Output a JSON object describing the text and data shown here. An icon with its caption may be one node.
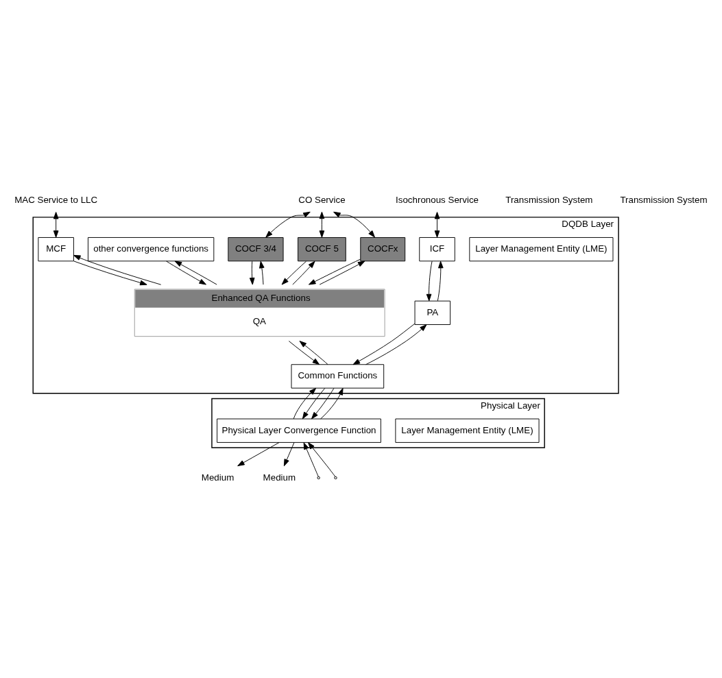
{
  "diagram": {
    "nodes": [
      {
        "text": [
          "DQDB Layer"
        ]
      },
      {
        "text": [
          "Layer Management Entity (LME)"
        ],
        "in": 0
      },
      {
        "text": [
          "MCF"
        ],
        "in": 0
      },
      {
        "text": [
          "COCF 3/4"
        ],
        "in": 0
      },
      {
        "text": [
          "COCF 5"
        ],
        "in": 0
      },
      {
        "text": [
          "COCFx"
        ],
        "in": 0
      },
      {
        "text": [
          "other convergence functions"
        ],
        "in": 0
      },
      {
        "text": [
          "ICF"
        ],
        "in": 0
      },
      {
        "text": [
          "Enhanced QA Functions",
          "QA"
        ],
        "in": 0
      },
      {
        "text": [
          "PA"
        ],
        "in": 0
      },
      {
        "text": [
          "Common Functions"
        ],
        "in": 0
      },
      {
        "text": [
          "Physical Layer"
        ]
      },
      {
        "text": [
          "Layer Management Entity (LME)"
        ],
        "in": 11
      },
      {
        "text": [
          "Physical Layer Convergence Function"
        ],
        "in": 11
      },
      {
        "text": [
          "MAC Service to LLC"
        ]
      },
      {
        "text": [
          "CO Service"
        ]
      },
      {
        "text": [
          "Isochronous Service"
        ]
      },
      {
        "text": [
          "Medium"
        ]
      },
      {
        "text": [
          "Medium"
        ]
      }
    ],
    "edges": [
      {
        "from": 14,
        "to": 2,
        "arrow": "both"
      },
      {
        "from": 15,
        "to": 3,
        "arrow": "both"
      },
      {
        "from": 15,
        "to": 4,
        "arrow": "both"
      },
      {
        "from": 15,
        "to": 5,
        "arrow": "both"
      },
      {
        "from": 16,
        "to": 7,
        "arrow": "both"
      },
      {
        "from": 2,
        "to": 8,
        "arrow": "to"
      },
      {
        "from": 8,
        "to": 2,
        "arrow": "to"
      },
      {
        "from": 3,
        "to": 8,
        "arrow": "to"
      },
      {
        "from": 8,
        "to": 3,
        "arrow": "to"
      },
      {
        "from": 4,
        "to": 8,
        "arrow": "to"
      },
      {
        "from": 8,
        "to": 4,
        "arrow": "to"
      },
      {
        "from": 5,
        "to": 8,
        "arrow": "to"
      },
      {
        "from": 8,
        "to": 5,
        "arrow": "to"
      },
      {
        "from": 6,
        "to": 8,
        "arrow": "to"
      },
      {
        "from": 8,
        "to": 6,
        "arrow": "to"
      },
      {
        "from": 7,
        "to": 9,
        "arrow": "to"
      },
      {
        "from": 9,
        "to": 7,
        "arrow": "to"
      },
      {
        "from": 8,
        "to": 10,
        "arrow": "to"
      },
      {
        "from": 10,
        "to": 8,
        "arrow": "to"
      },
      {
        "from": 9,
        "to": 10,
        "arrow": "to"
      },
      {
        "from": 10,
        "to": 9,
        "arrow": "to"
      },
      {
        "from": 10,
        "to": 13,
        "arrow": "to"
      },
      {
        "from": 13,
        "to": 10,
        "arrow": "to"
      },
      {
        "from": 10,
        "to": 13,
        "arrow": "to"
      },
      {
        "from": 13,
        "to": 10,
        "arrow": "to"
      },
      {
        "from": 13,
        "to": 17,
        "arrow": "to"
      },
      {
        "from": null,
        "to": 13,
        "arrow": "to"
      },
      {
        "from": 13,
        "to": 18,
        "arrow": "to"
      },
      {
        "from": null,
        "to": 13,
        "arrow": "to"
      }
    ],
    "labels": [
      "Transmission System",
      "Transmission System"
    ]
  }
}
